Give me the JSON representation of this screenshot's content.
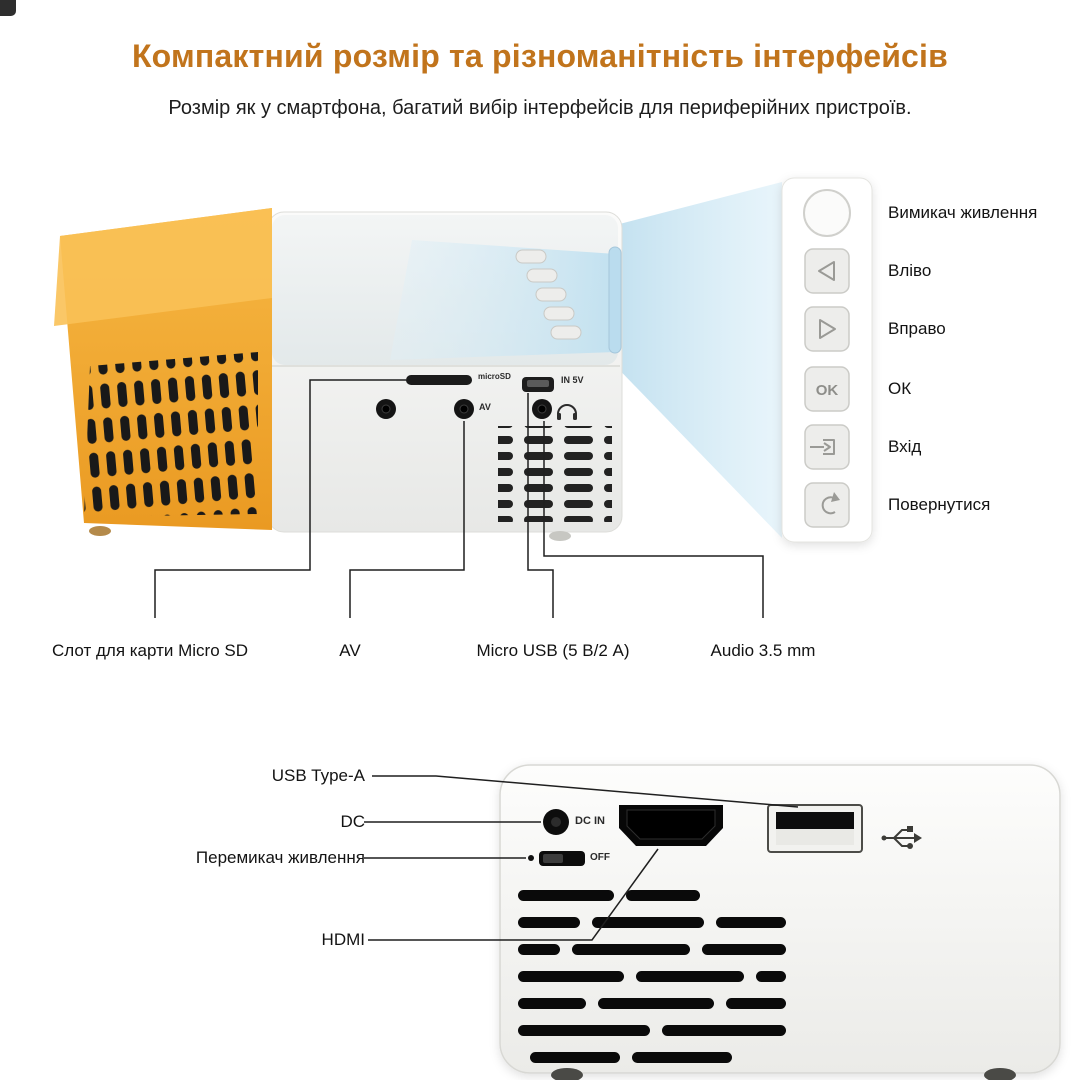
{
  "header": {
    "title": "Компактний розмір та різноманітність інтерфейсів",
    "subtitle": "Розмір як у смартфона, багатий вибір інтерфейсів для периферійних пристроїв."
  },
  "top_section": {
    "remote": {
      "labels": [
        "Вимикач живлення",
        "Вліво",
        "Вправо",
        "ОК",
        "Вхід",
        "Повернутися"
      ],
      "ok_text": "OK"
    },
    "port_labels": [
      "Слот для карти Micro SD",
      "AV",
      "Micro USB (5 В/2 А)",
      "Audio 3.5 mm"
    ],
    "markings": {
      "micro_sd": "microSD",
      "in_5v": "IN 5V",
      "av": "AV"
    }
  },
  "bottom_section": {
    "labels": [
      "USB Type-A",
      "DC",
      "Перемикач живлення",
      "HDMI"
    ],
    "markings": {
      "dc_in": "DC IN",
      "off": "OFF"
    }
  },
  "colors": {
    "title_accent": "#C1741C",
    "projector_orange": "#F2A62F",
    "beam_blue": "#CFE7F3"
  }
}
